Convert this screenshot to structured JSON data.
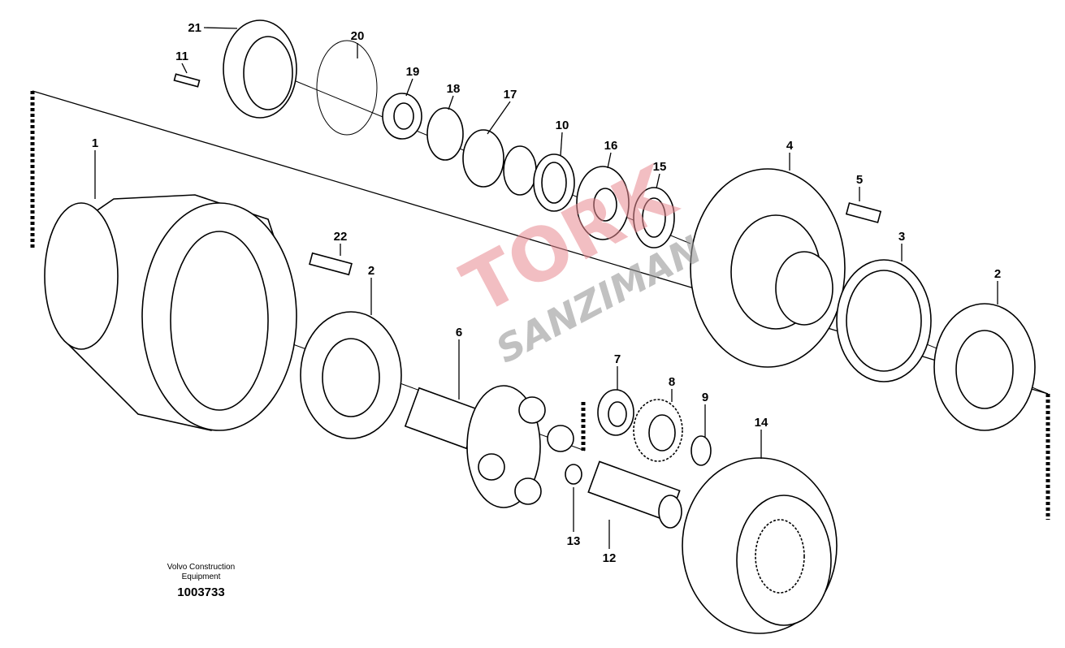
{
  "diagram": {
    "title_caption": "Volvo Construction Equipment",
    "document_number": "1003733",
    "watermark": {
      "primary": "TORK",
      "secondary": "SANZIMAN",
      "color": "#e88a92"
    },
    "callouts": [
      "21",
      "20",
      "11",
      "19",
      "18",
      "17",
      "10",
      "16",
      "15",
      "4",
      "5",
      "1",
      "22",
      "2",
      "3",
      "2",
      "6",
      "7",
      "8",
      "9",
      "14",
      "13",
      "12"
    ]
  }
}
